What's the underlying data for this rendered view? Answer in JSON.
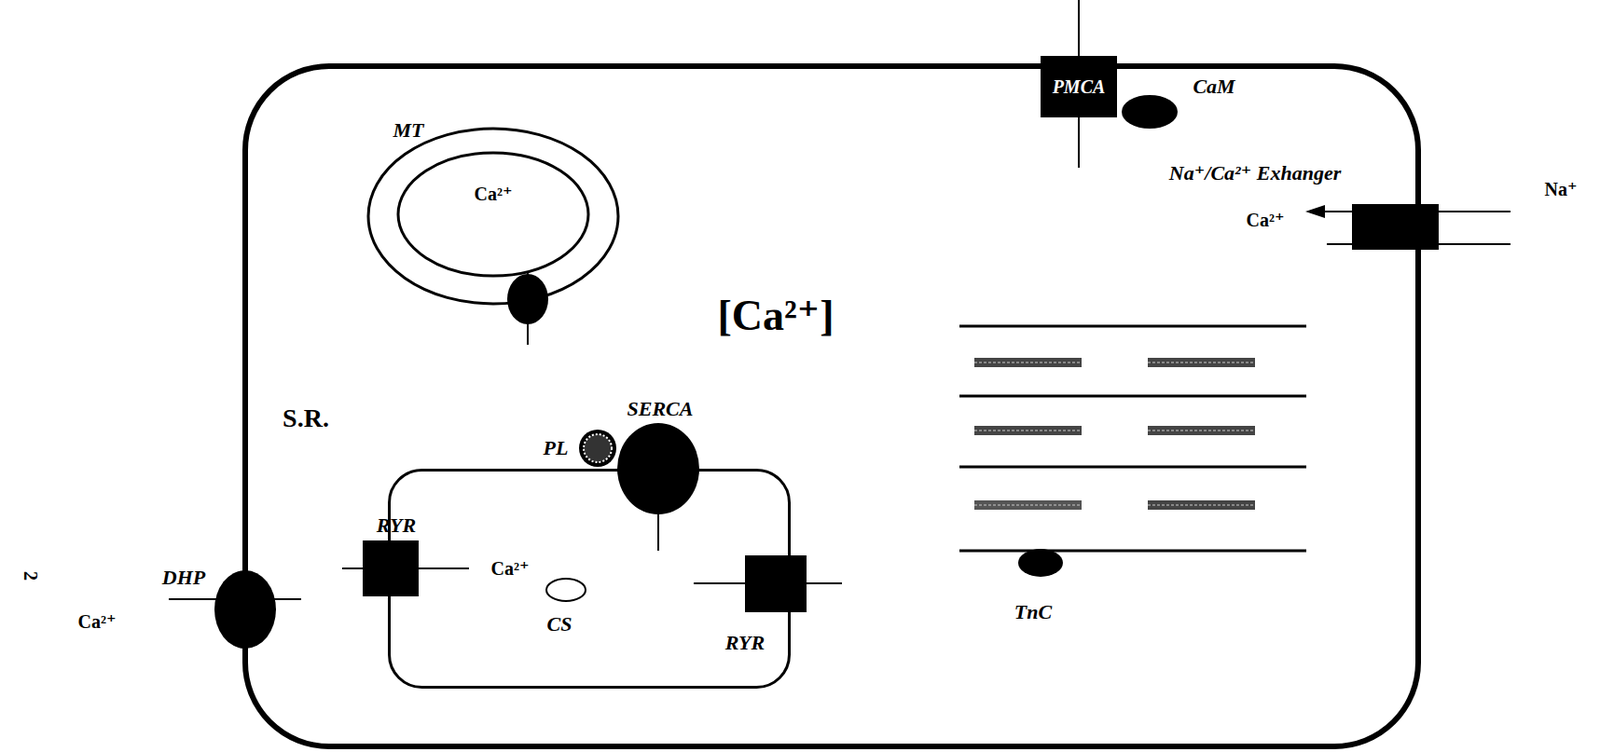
{
  "diagram": {
    "nodes": [
      {
        "text": [
          "MT",
          "Ca²⁺"
        ]
      },
      {
        "text": [
          "PMCA"
        ]
      },
      {
        "text": [
          "CaM"
        ]
      },
      {
        "text": [
          "Na⁺/Ca²⁺ Exhanger"
        ]
      },
      {
        "text": [
          "S.R.",
          "Ca²⁺"
        ]
      },
      {
        "text": [
          "RYR"
        ],
        "in": 4
      },
      {
        "text": [
          "PL"
        ],
        "in": 4
      },
      {
        "text": [
          "SERCA"
        ],
        "in": 4
      },
      {
        "text": [
          "CS"
        ],
        "in": 4
      },
      {
        "text": [
          "RYR"
        ],
        "in": 4
      },
      {
        "text": [
          "DHP"
        ]
      },
      {
        "text": [
          "TnC"
        ]
      }
    ],
    "labels": [
      "2",
      "[Ca²⁺]",
      "Ca²⁺",
      "Na⁺",
      "Ca²⁺"
    ]
  }
}
